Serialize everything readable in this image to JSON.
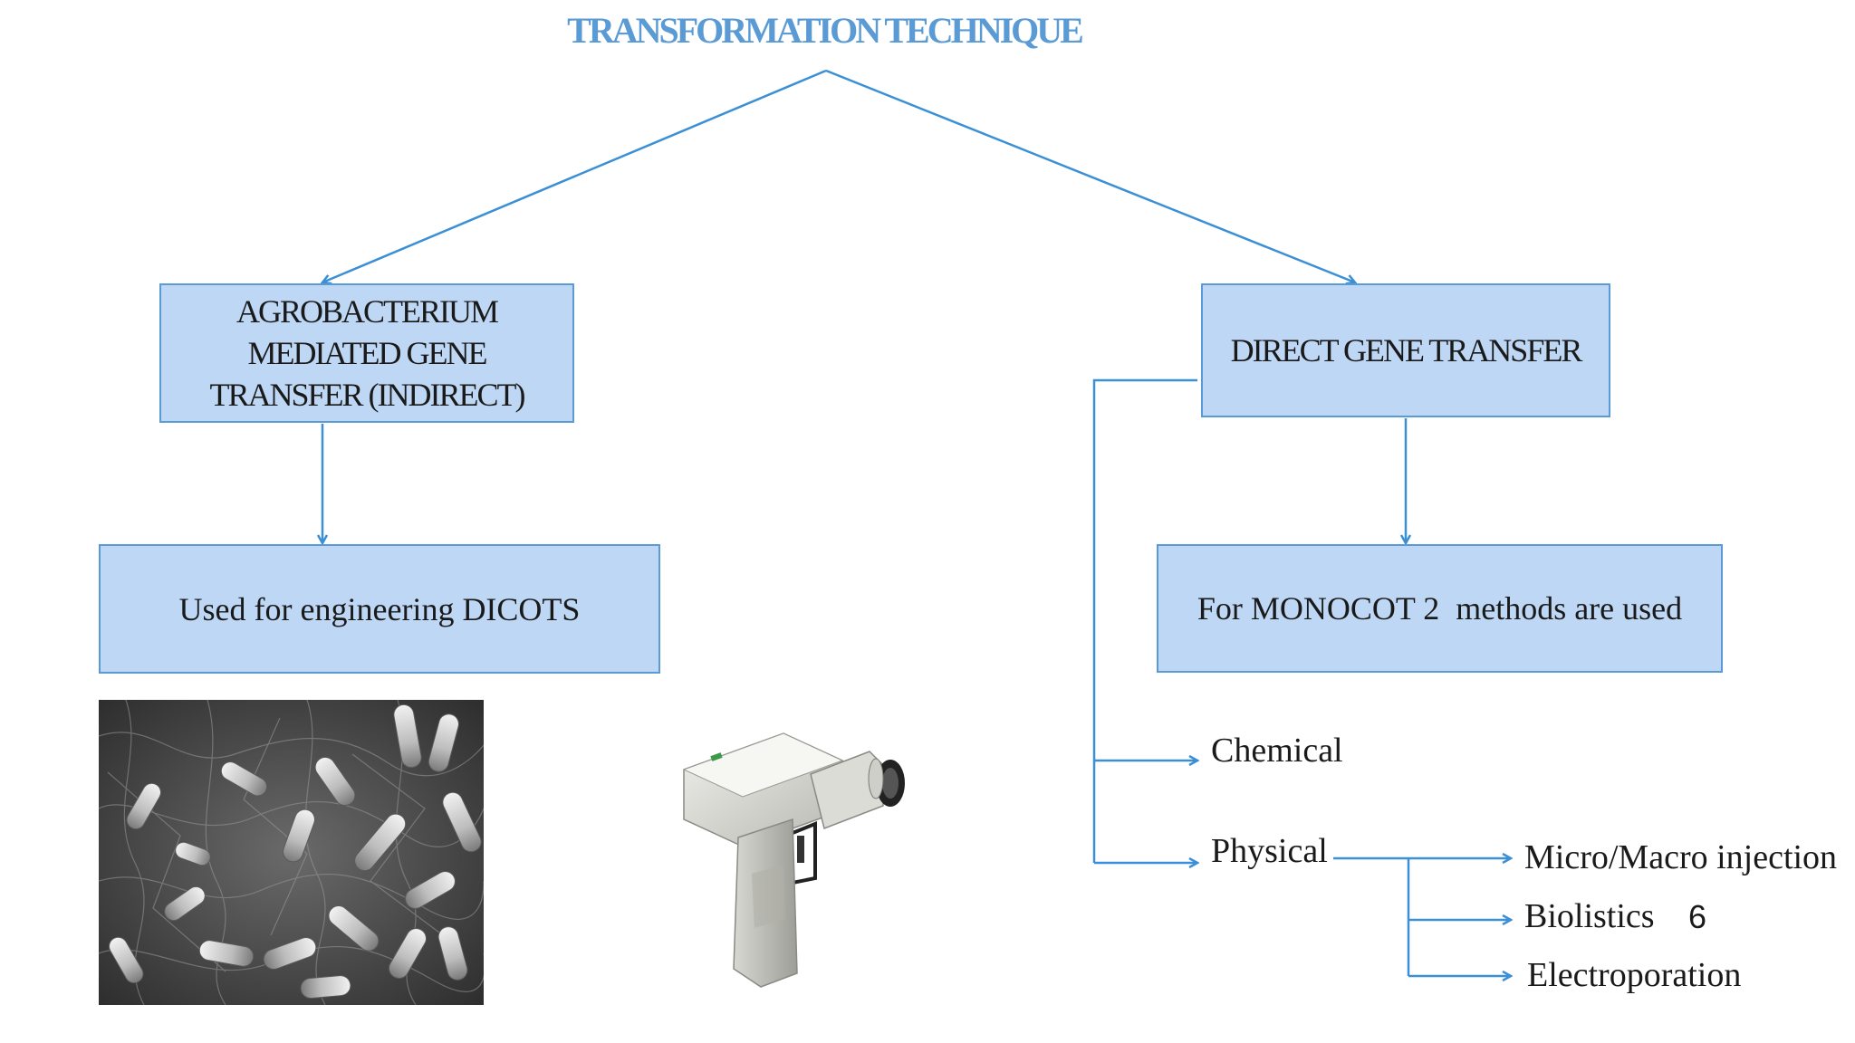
{
  "title": "TRANSFORMATION TECHNIQUE",
  "boxes": {
    "agrobacterium": [
      "AGROBACTERIUM",
      "MEDIATED GENE",
      "TRANSFER (INDIRECT)"
    ],
    "direct": "DIRECT GENE TRANSFER",
    "dicots": "Used for engineering DICOTS",
    "monocot": "For MONOCOT 2  methods are used"
  },
  "methods": {
    "chemical": "Chemical",
    "physical": "Physical",
    "physical_sub": [
      "Micro/Macro injection",
      "Biolistics",
      "Electroporation"
    ]
  },
  "page_number": "6",
  "colors": {
    "accent": "#5b9bd5",
    "box_fill": "#bdd7f5",
    "title": "#5b9bd5",
    "text": "#1a1a1a"
  },
  "images": {
    "left": "electron-micrograph-of-rod-shaped-bacteria",
    "right": "gene-gun-device"
  }
}
